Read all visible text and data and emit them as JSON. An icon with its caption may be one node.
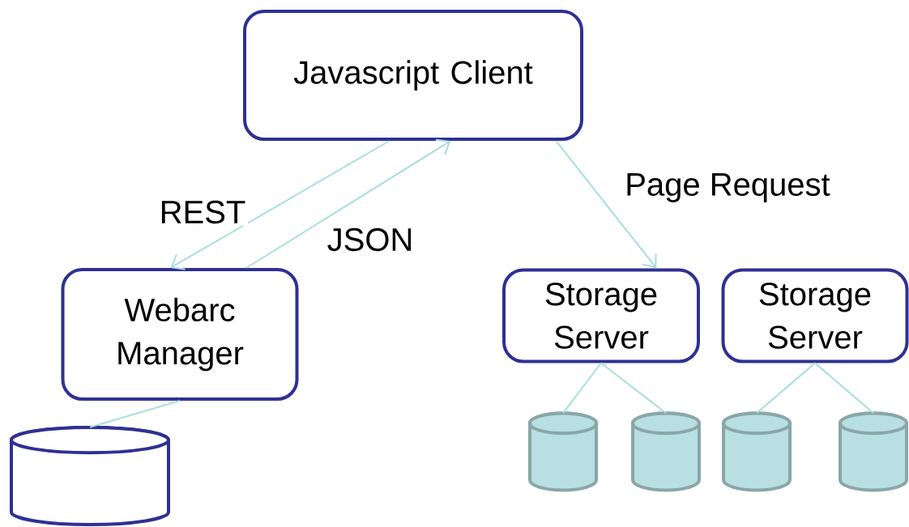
{
  "diagram": {
    "nodes": [
      {
        "text": [
          "Javascript Client"
        ]
      },
      {
        "text": [
          "Webarc Manager"
        ]
      },
      {
        "text": [],
        "shape": "cylinder"
      },
      {
        "text": [
          "Storage Server"
        ]
      },
      {
        "text": [
          "Storage Server"
        ]
      },
      {
        "text": [],
        "shape": "cylinder"
      },
      {
        "text": [],
        "shape": "cylinder"
      },
      {
        "text": [],
        "shape": "cylinder"
      },
      {
        "text": [],
        "shape": "cylinder"
      }
    ],
    "edges": [
      {
        "from": 0,
        "to": 1,
        "arrow": "to",
        "label": "REST"
      },
      {
        "from": 1,
        "to": 0,
        "arrow": "to",
        "label": "JSON"
      },
      {
        "from": 0,
        "to": 3,
        "arrow": "to",
        "label": "Page Request"
      },
      {
        "from": 1,
        "to": 2,
        "arrow": "none"
      },
      {
        "from": 3,
        "to": 5,
        "arrow": "none"
      },
      {
        "from": 3,
        "to": 6,
        "arrow": "none"
      },
      {
        "from": 4,
        "to": 7,
        "arrow": "none"
      },
      {
        "from": 4,
        "to": 8,
        "arrow": "none"
      }
    ]
  }
}
